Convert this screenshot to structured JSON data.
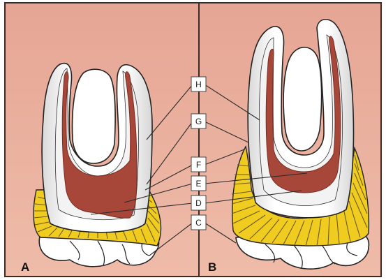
{
  "colors": {
    "background": "#e8ad9c",
    "border": "#3a2a28",
    "enamel": "#ffffff",
    "dentin_shade": "#dcdcdc",
    "pulp": "#a7473a",
    "band": "#f0cc20",
    "band_lines": "#6d5a10",
    "line": "#2a2a2a"
  },
  "panels": {
    "left_label": "A",
    "right_label": "B"
  },
  "labels": [
    {
      "id": "H",
      "text": "H"
    },
    {
      "id": "G",
      "text": "G"
    },
    {
      "id": "F",
      "text": "F"
    },
    {
      "id": "E",
      "text": "E"
    },
    {
      "id": "D",
      "text": "D"
    },
    {
      "id": "C",
      "text": "C"
    }
  ]
}
